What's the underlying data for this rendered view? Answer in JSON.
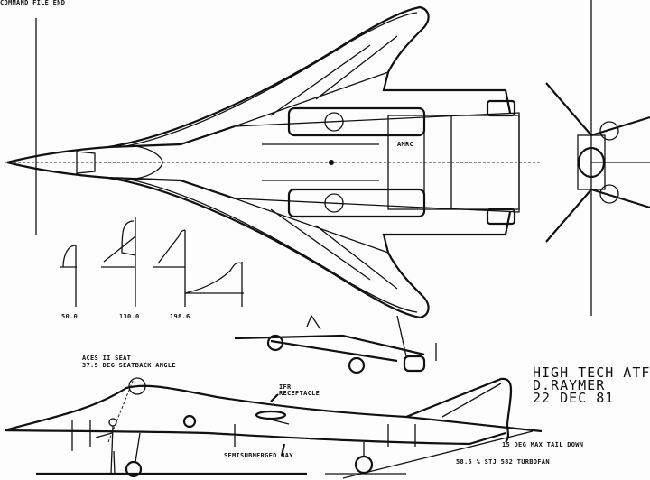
{
  "header": {
    "command_text": "COMMAND FILE END"
  },
  "plan_view": {
    "bay_label": "AMRC"
  },
  "cross_sections": [
    {
      "station": "50.0"
    },
    {
      "station": "130.0"
    },
    {
      "station": "198.6"
    }
  ],
  "side_view_notes": {
    "seat_line1": "ACES II SEAT",
    "seat_line2": "37.5 DEG SEATBACK ANGLE",
    "ifr_line1": "IFR",
    "ifr_line2": "RECEPTACLE",
    "bay": "SEMISUBMERGED BAY",
    "tail_down": "15 DEG MAX TAIL DOWN",
    "engine": "58.5 % STJ 582 TURBOFAN"
  },
  "title_block": {
    "title": "HIGH TECH ATF",
    "author": "D.RAYMER",
    "date": "22 DEC 81"
  }
}
